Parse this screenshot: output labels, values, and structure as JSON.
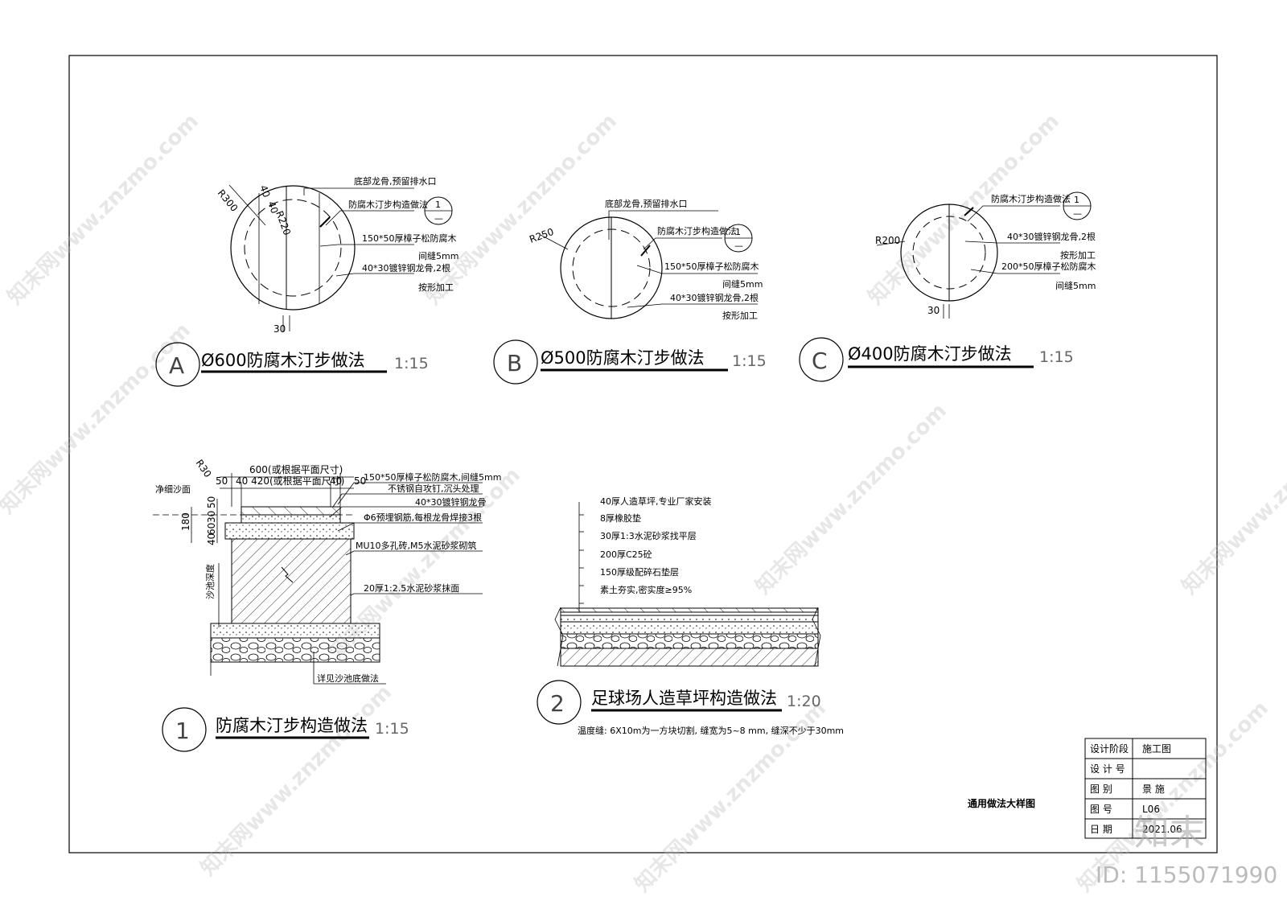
{
  "watermark": {
    "site": "知末网www.znzmo.com",
    "logo": "知末",
    "id": "ID: 1155071990"
  },
  "detail_a": {
    "letter": "A",
    "title": "Ø600防腐木汀步做法",
    "scale": "1:15",
    "r_outer": "R300",
    "r_inner": "R220",
    "dim_40a": "40",
    "dim_40b": "40",
    "dim_30": "30",
    "labels": [
      "底部龙骨,预留排水口",
      "防腐木汀步构造做法",
      "150*50厚樟子松防腐木",
      "间缝5mm",
      "40*30镀锌钢龙骨,2根",
      "按形加工"
    ],
    "ref_top": "1",
    "ref_bottom": "—"
  },
  "detail_b": {
    "letter": "B",
    "title": "Ø500防腐木汀步做法",
    "scale": "1:15",
    "r_outer": "R250",
    "labels": [
      "底部龙骨,预留排水口",
      "防腐木汀步构造做法",
      "150*50厚樟子松防腐木",
      "间缝5mm",
      "40*30镀锌钢龙骨,2根",
      "按形加工"
    ],
    "ref_top": "1",
    "ref_bottom": "—"
  },
  "detail_c": {
    "letter": "C",
    "title": "Ø400防腐木汀步做法",
    "scale": "1:15",
    "r_outer": "R200",
    "dim_30": "30",
    "labels": [
      "防腐木汀步构造做法",
      "40*30镀锌钢龙骨,2根",
      "按形加工",
      "200*50厚樟子松防腐木",
      "间缝5mm"
    ],
    "ref_top": "1",
    "ref_bottom": "—"
  },
  "detail_1": {
    "number": "1",
    "title": "防腐木汀步构造做法",
    "scale": "1:15",
    "dims_top": [
      "600(或根据平面尺寸)",
      "40 420(或根据平面尺寸)",
      "40",
      "50",
      "50",
      "R30"
    ],
    "dims_left": [
      "50",
      "30",
      "60",
      "40",
      "180"
    ],
    "left_labels": [
      "净细沙面",
      "沙池深度"
    ],
    "labels": [
      "150*50厚樟子松防腐木,间缝5mm",
      "不锈钢自攻钉,沉头处理",
      "40*30镀锌钢龙骨",
      "Φ6预埋钢筋,每根龙骨焊接3根",
      "MU10多孔砖,M5水泥砂浆砌筑",
      "20厚1:2.5水泥砂浆抹面",
      "详见沙池底做法"
    ]
  },
  "detail_2": {
    "number": "2",
    "title": "足球场人造草坪构造做法",
    "scale": "1:20",
    "layers": [
      "40厚人造草坪,专业厂家安装",
      "8厚橡胶垫",
      "30厚1:3水泥砂浆找平层",
      "200厚C25砼",
      "150厚级配碎石垫层",
      "素土夯实,密实度≥95%"
    ],
    "note": "温度缝: 6X10m为一方块切割, 缝宽为5~8 mm, 缝深不少于30mm"
  },
  "title_block": {
    "drawing_name": "通用做法大样图",
    "rows": [
      {
        "label": "设计阶段",
        "value": "施工图"
      },
      {
        "label": "设 计 号",
        "value": ""
      },
      {
        "label": "图     别",
        "value": "景 施"
      },
      {
        "label": "图     号",
        "value": "L06"
      },
      {
        "label": "日     期",
        "value": "2021.06"
      }
    ]
  }
}
